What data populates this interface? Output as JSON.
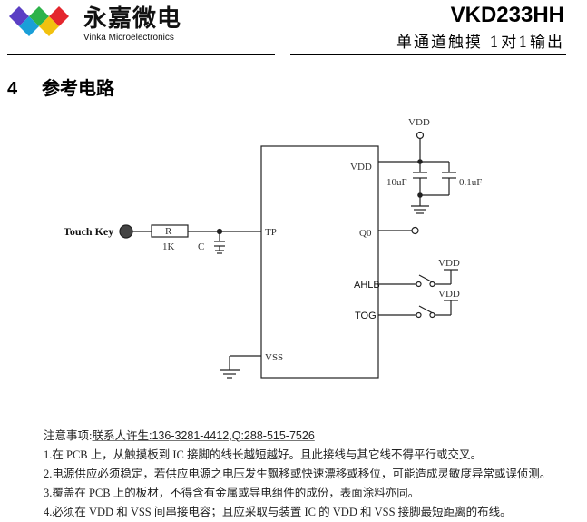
{
  "header": {
    "brand_cn": "永嘉微电",
    "brand_en": "Vinka Microelectronics",
    "logo_colors": [
      "#5b3fc4",
      "#2db34a",
      "#e4262d",
      "#1a9fd8",
      "#f2c10f"
    ],
    "doc_title": "VKD233HH",
    "doc_subtitle": "单通道触摸 1对1输出"
  },
  "section": {
    "number": "4",
    "title": "参考电路"
  },
  "schematic": {
    "touch_key_label": "Touch Key",
    "resistor_label": "R",
    "resistor_value": "1K",
    "capacitor_label": "C",
    "pins": {
      "tp": "TP",
      "vdd": "VDD",
      "q0": "Q0",
      "ahlb": "AHLB",
      "tog": "TOG",
      "vss": "VSS"
    },
    "vdd_supply_label": "VDD",
    "cap_10uf": "10uF",
    "cap_01uf": "0.1uF",
    "ahlb_vdd": "VDD",
    "tog_vdd": "VDD"
  },
  "notes": {
    "heading": "注意事项:",
    "contact": "联系人许生:136-3281-4412,Q:288-515-7526",
    "items": [
      "1.在 PCB 上，从触摸板到 IC 接脚的线长越短越好。且此接线与其它线不得平行或交叉。",
      "2.电源供应必须稳定，若供应电源之电压发生飘移或快速漂移或移位，可能造成灵敏度异常或误侦测。",
      "3.覆盖在 PCB 上的板材，不得含有金属或导电组件的成份，表面涂料亦同。",
      "4.必须在 VDD 和 VSS 间串接电容；且应采取与装置 IC 的 VDD 和 VSS 接脚最短距离的布线。"
    ]
  }
}
